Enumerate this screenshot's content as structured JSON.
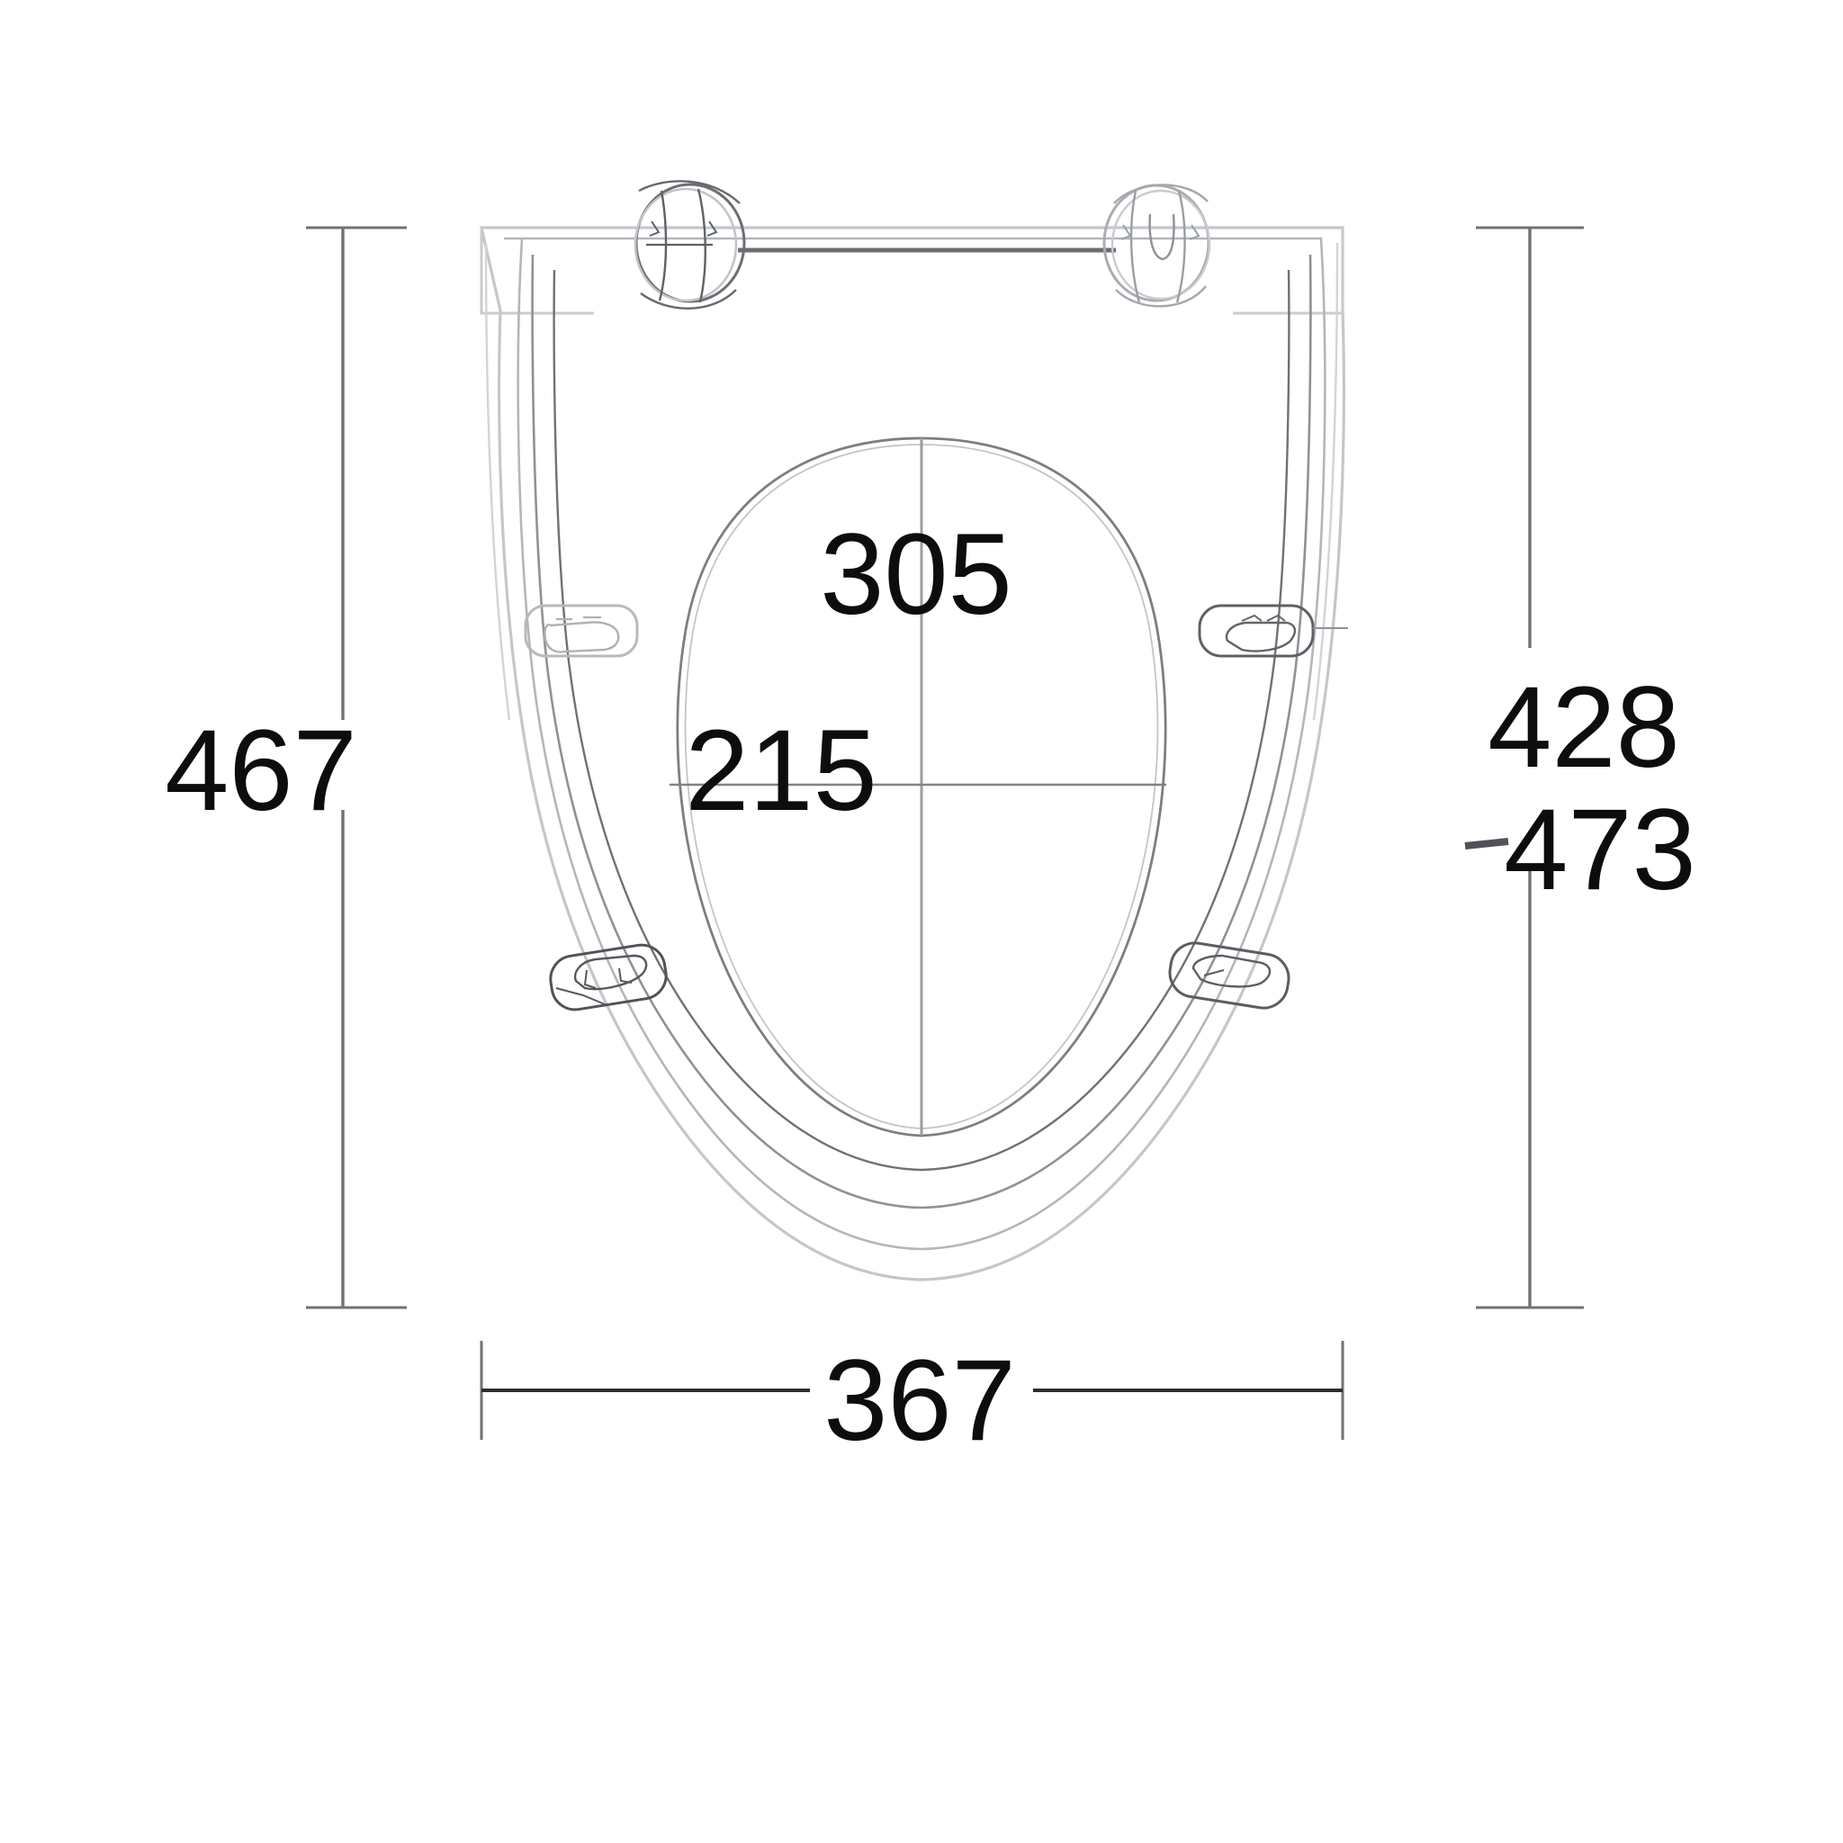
{
  "drawing": {
    "type": "technical-dimension-drawing",
    "subject": "toilet-seat-top-view",
    "units_note": "",
    "background_color": "#ffffff",
    "line_color_light": "#b9bcbf",
    "line_color_medium": "#8c9094",
    "line_color_dark": "#4a4e52",
    "dimension_line_color": "#58595b",
    "text_color": "#0d0d0d"
  },
  "dimensions": {
    "left_vertical": {
      "label": "467",
      "orientation": "vertical",
      "position": "left"
    },
    "right_vertical_upper": {
      "label": "428",
      "orientation": "vertical",
      "position": "right"
    },
    "right_vertical_lower": {
      "label": "473",
      "orientation": "vertical",
      "position": "right",
      "prefix_tick": "-"
    },
    "inner_width_upper": {
      "label": "305",
      "orientation": "horizontal",
      "position": "inner-upper-center"
    },
    "inner_width_middle": {
      "label": "215",
      "orientation": "horizontal",
      "position": "inner-middle-center"
    },
    "bottom_horizontal": {
      "label": "367",
      "orientation": "horizontal",
      "position": "bottom"
    }
  },
  "parts": {
    "seat_lid_outline": "outer-lid-contour",
    "seat_ring_outline": "seat-ring-contour",
    "inner_opening": "inner-oval-opening",
    "hinge_left": "left-hinge-circle",
    "hinge_right": "right-hinge-circle",
    "hinge_bar": "hinge-connecting-bar",
    "bumpers": [
      "bumper-upper-left",
      "bumper-upper-right",
      "bumper-lower-left",
      "bumper-lower-right"
    ],
    "crosshair_vertical": "center-vertical-axis",
    "crosshair_horizontal": "center-horizontal-axis"
  },
  "chart_data": {
    "type": "table",
    "title": "",
    "categories": [
      "467",
      "428",
      "473",
      "305",
      "215",
      "367"
    ],
    "values": [
      467,
      428,
      473,
      305,
      215,
      367
    ],
    "xlabel": "",
    "ylabel": ""
  }
}
